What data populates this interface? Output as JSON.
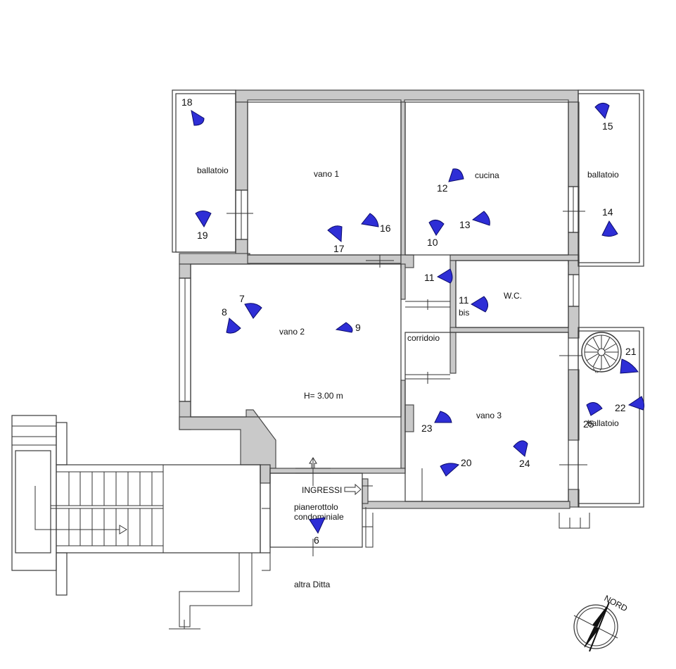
{
  "rooms": {
    "vano1": "vano 1",
    "cucina": "cucina",
    "ballatoio_left": "ballatoio",
    "ballatoio_right_top": "ballatoio",
    "ballatoio_right_bottom": "ballatoio",
    "vano2": "vano 2",
    "height": "H= 3.00 m",
    "corridoio": "corridoio",
    "wc": "W.C.",
    "vano3": "vano 3",
    "ingressi": "INGRESSI",
    "pianerottolo_line1": "pianerottolo",
    "pianerottolo_line2": "condominiale",
    "altra_ditta": "altra Ditta",
    "nord": "NORD"
  },
  "cameras": [
    {
      "label": "18"
    },
    {
      "label": "19"
    },
    {
      "label": "15"
    },
    {
      "label": "14"
    },
    {
      "label": "12"
    },
    {
      "label": "13"
    },
    {
      "label": "10"
    },
    {
      "label": "16"
    },
    {
      "label": "17"
    },
    {
      "label": "11"
    },
    {
      "label": "11"
    },
    {
      "label": "bis"
    },
    {
      "label": "7"
    },
    {
      "label": "8"
    },
    {
      "label": "9"
    },
    {
      "label": "21"
    },
    {
      "label": "22"
    },
    {
      "label": "25"
    },
    {
      "label": "23"
    },
    {
      "label": "24"
    },
    {
      "label": "20"
    },
    {
      "label": "6"
    }
  ],
  "colors": {
    "wall": "#c9c9c9",
    "camera": "#2e2ed6"
  }
}
